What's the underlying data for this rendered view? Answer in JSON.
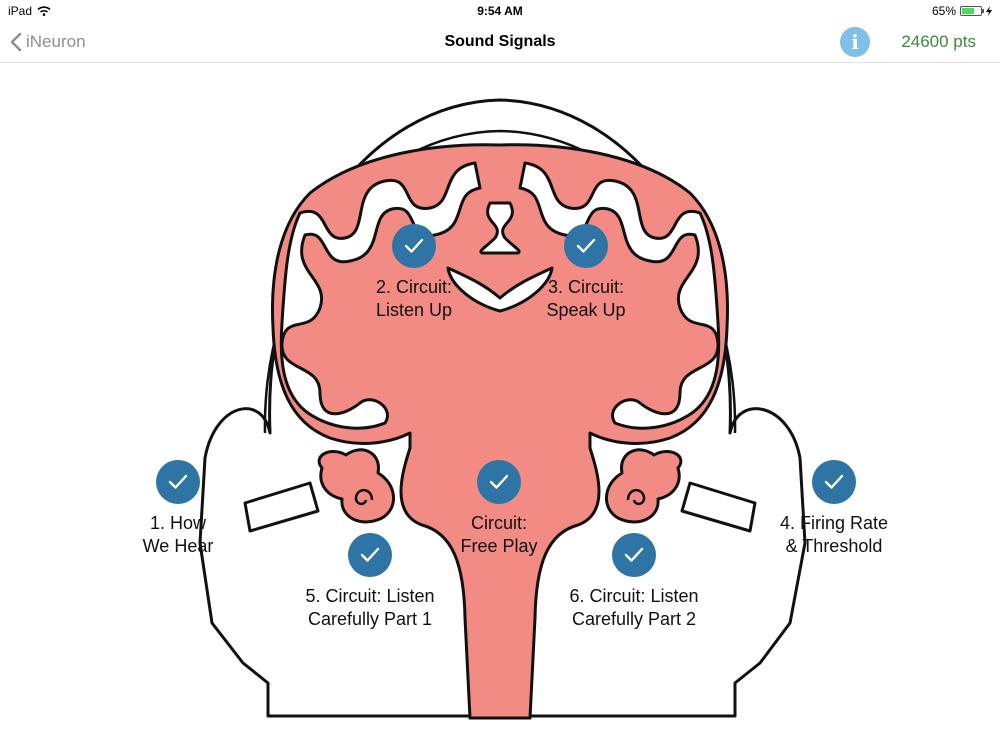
{
  "status_bar": {
    "device": "iPad",
    "time": "9:54 AM",
    "battery": "65%",
    "battery_level": 0.65
  },
  "nav": {
    "back_label": "iNeuron",
    "title": "Sound Signals",
    "info_glyph": "i",
    "points": "24600 pts"
  },
  "colors": {
    "brain_fill": "#f28b84",
    "check_circle": "#2e74a4",
    "info_button": "#7fbfe8",
    "points": "#3c8a3c"
  },
  "lessons": [
    {
      "label": "1. How\nWe Hear",
      "completed": true
    },
    {
      "label": "2. Circuit:\nListen Up",
      "completed": true
    },
    {
      "label": "3. Circuit:\nSpeak Up",
      "completed": true
    },
    {
      "label": "4. Firing Rate\n& Threshold",
      "completed": true
    },
    {
      "label": "5. Circuit: Listen\nCarefully Part 1",
      "completed": true
    },
    {
      "label": "6. Circuit: Listen\nCarefully Part 2",
      "completed": true
    },
    {
      "label": "Circuit:\nFree Play",
      "completed": true
    }
  ]
}
